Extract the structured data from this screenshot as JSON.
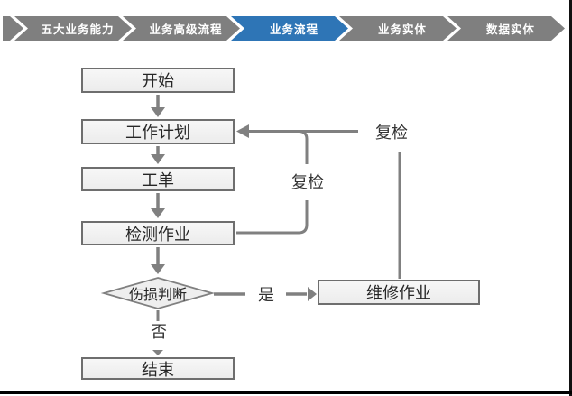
{
  "nav": {
    "items": [
      {
        "label": "五大业务能力",
        "active": false
      },
      {
        "label": "业务高级流程",
        "active": false
      },
      {
        "label": "业务流程",
        "active": true
      },
      {
        "label": "业务实体",
        "active": false
      },
      {
        "label": "数据实体",
        "active": false
      }
    ],
    "colors": {
      "inactive": "#7f7f7f",
      "active": "#2e75b6",
      "text": "#ffffff"
    }
  },
  "flowchart": {
    "nodes": {
      "start": "开始",
      "work_plan": "工作计划",
      "work_order": "工单",
      "inspection": "检测作业",
      "damage_decision": "伤损判断",
      "repair": "维修作业",
      "end": "结束"
    },
    "edge_labels": {
      "recheck_inner": "复检",
      "recheck_outer": "复检",
      "yes": "是",
      "no": "否"
    },
    "colors": {
      "line": "#808080",
      "box_fill": "#f2f2f2",
      "box_border": "#6e6e6e",
      "diamond_fill": "#eeeeee",
      "text": "#262626"
    }
  }
}
